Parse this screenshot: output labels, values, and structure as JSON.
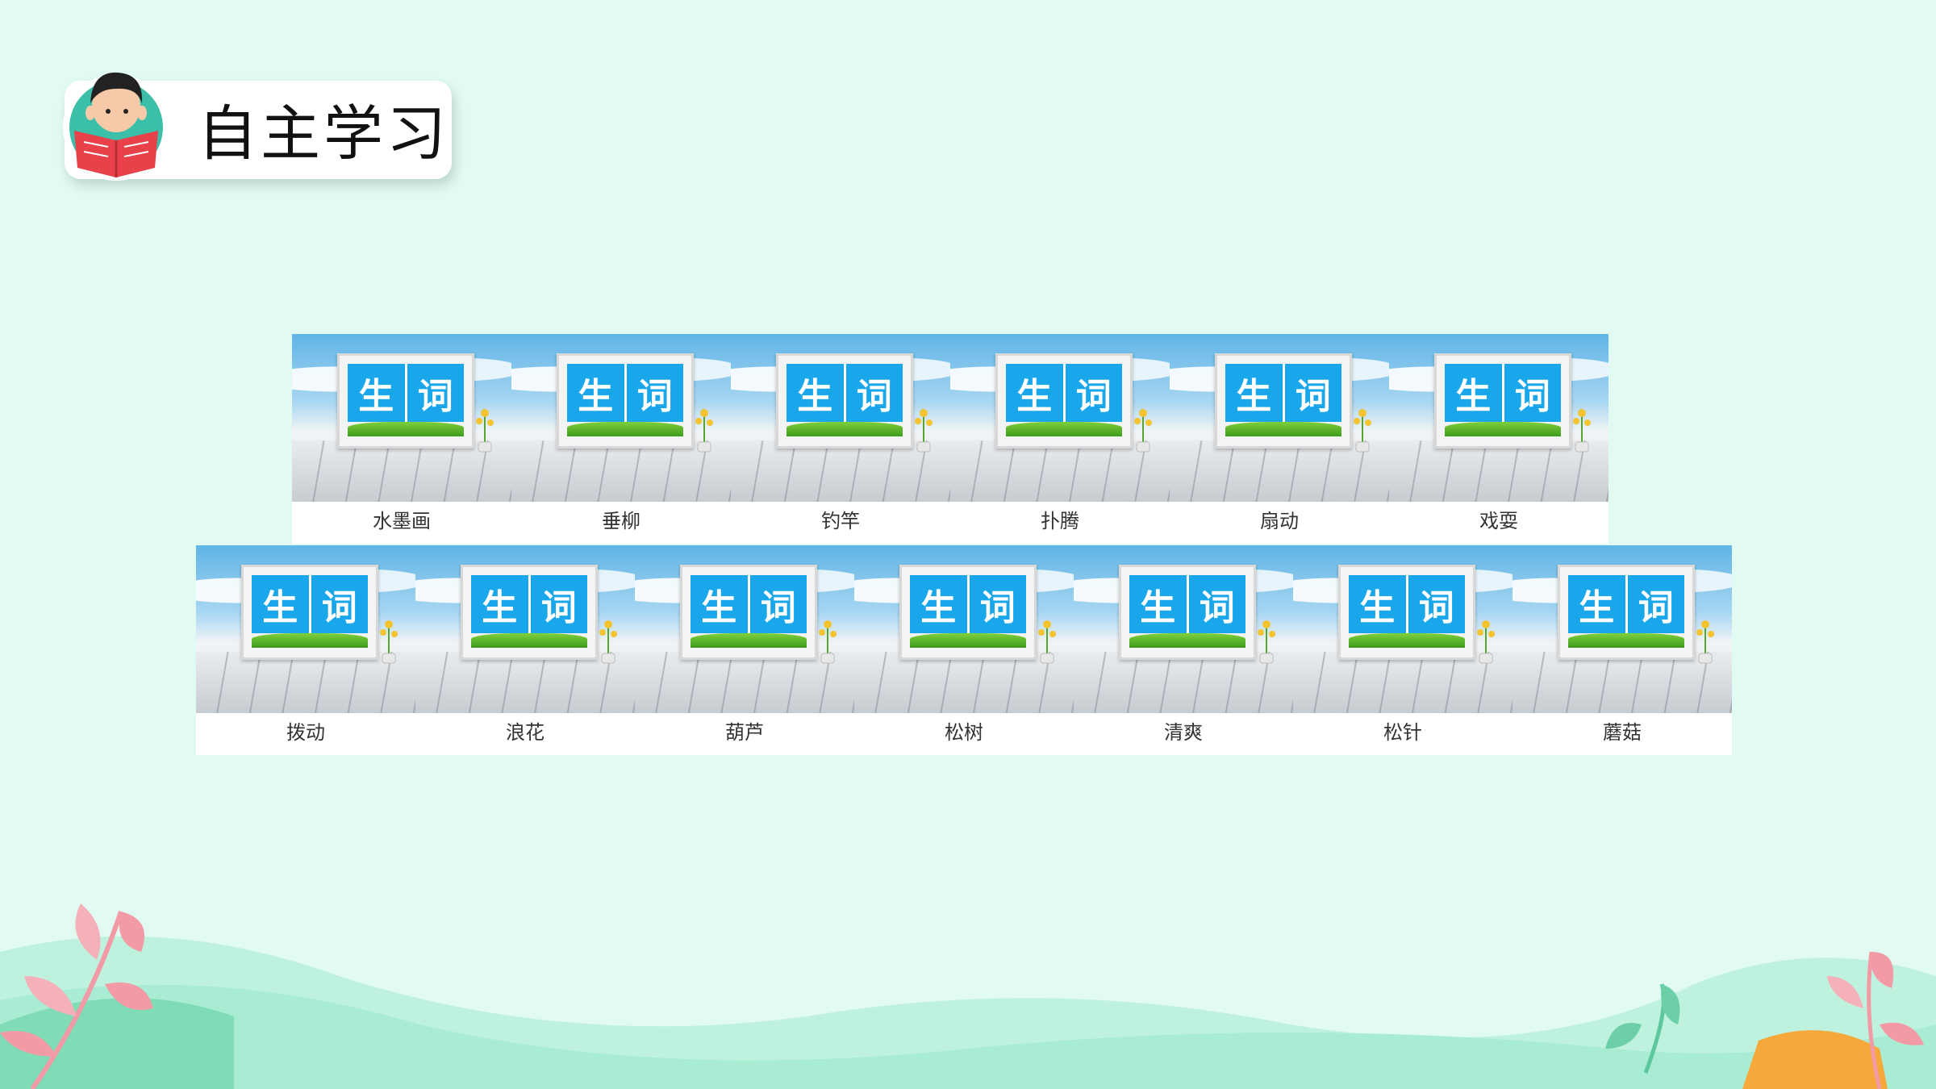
{
  "header": {
    "title": "自主学习"
  },
  "card_word_chars": [
    "生",
    "词"
  ],
  "cards_row1": [
    {
      "label": "水墨画"
    },
    {
      "label": "垂柳"
    },
    {
      "label": "钓竿"
    },
    {
      "label": "扑腾"
    },
    {
      "label": "扇动"
    },
    {
      "label": "戏耍"
    }
  ],
  "cards_row2": [
    {
      "label": "拨动"
    },
    {
      "label": "浪花"
    },
    {
      "label": "葫芦"
    },
    {
      "label": "松树"
    },
    {
      "label": "清爽"
    },
    {
      "label": "松针"
    },
    {
      "label": "蘑菇"
    }
  ],
  "colors": {
    "background": "#e2fbf2",
    "card_blue": "#1aa6ea",
    "leaf_pink": "#f29aa5",
    "leaf_green": "#8fd9b4",
    "hill_green": "#a8ecd3",
    "orange": "#f7a83a"
  },
  "icons": [
    "reading-boy-avatar",
    "leaf-branch-left",
    "leaf-branch-right"
  ]
}
